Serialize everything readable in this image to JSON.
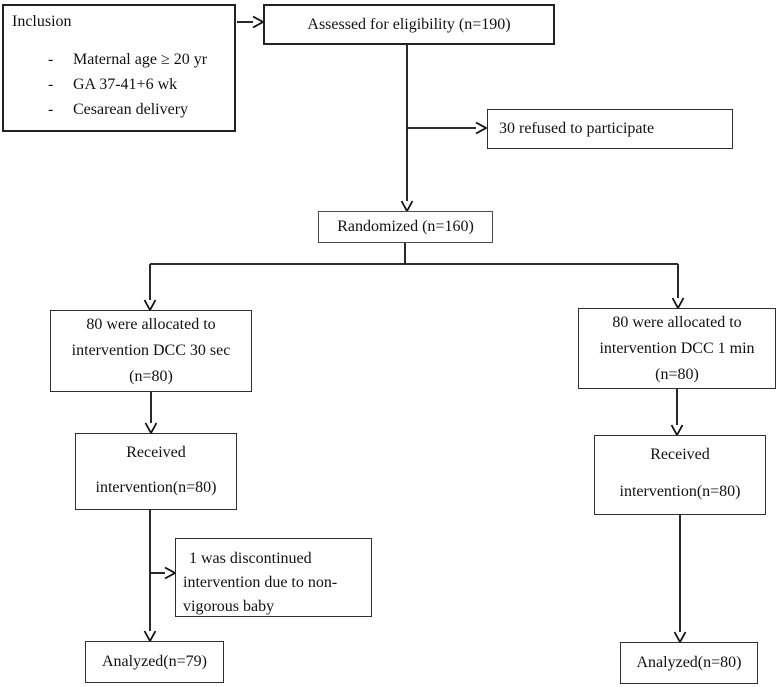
{
  "colors": {
    "border": "#2f2f2f",
    "text": "#111111",
    "line": "#111111",
    "background": "#ffffff"
  },
  "flowchart": {
    "type": "consort-flow-diagram",
    "inclusion": {
      "title": "Inclusion",
      "bullet_marker": "-",
      "criteria": [
        "Maternal age ≥ 20 yr",
        "GA 37-41+6 wk",
        "Cesarean delivery"
      ]
    },
    "assessed": {
      "label": "Assessed for eligibility (n=190)"
    },
    "refused": {
      "label": "30 refused to participate"
    },
    "randomized": {
      "label": "Randomized (n=160)"
    },
    "allocation_left": {
      "lines": [
        "80 were allocated to",
        "intervention DCC 30 sec",
        "(n=80)"
      ]
    },
    "allocation_right": {
      "lines": [
        "80 were allocated to",
        "intervention DCC 1 min",
        "(n=80)"
      ]
    },
    "received_left": {
      "lines": [
        "Received",
        "intervention(n=80)"
      ]
    },
    "received_right": {
      "lines": [
        "Received",
        "intervention(n=80)"
      ]
    },
    "discontinued": {
      "lines": [
        "1 was discontinued",
        "intervention due to non-",
        "vigorous baby"
      ]
    },
    "analyzed_left": {
      "label": "Analyzed(n=79)"
    },
    "analyzed_right": {
      "label": "Analyzed(n=80)"
    }
  }
}
